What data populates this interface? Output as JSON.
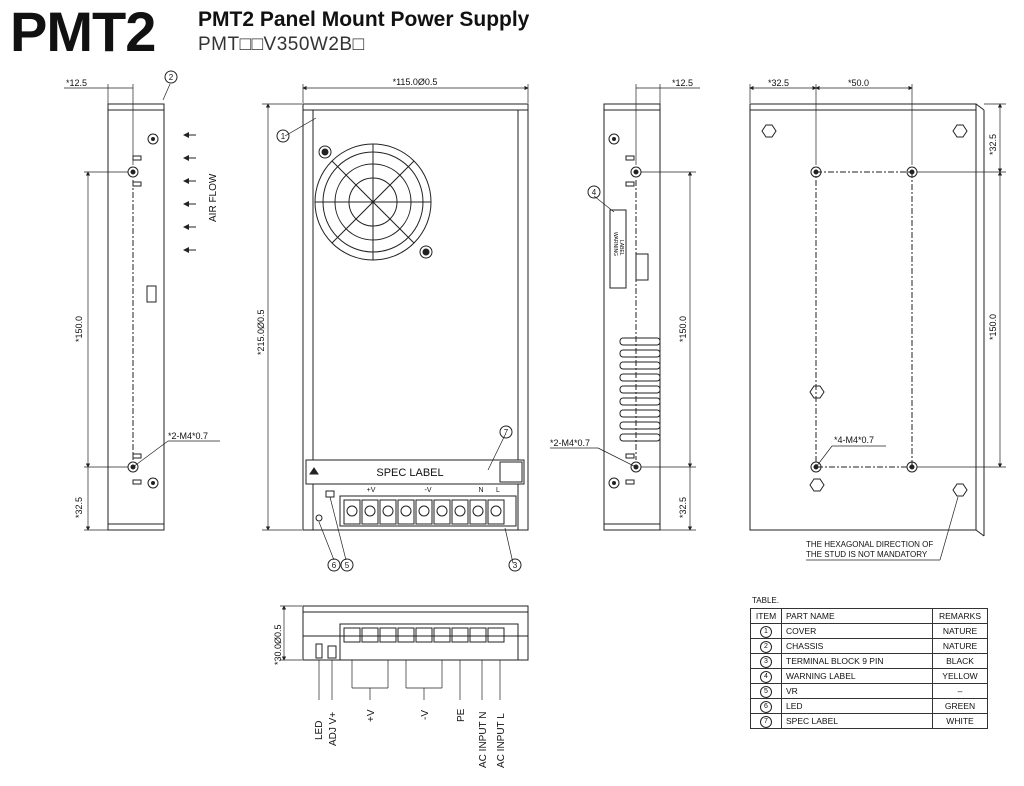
{
  "header": {
    "model": "PMT2",
    "title": "PMT2 Panel Mount Power Supply",
    "part_number": "PMT□□V350W2B□"
  },
  "dims": {
    "d12_5": "*12.5",
    "d115": "*115.0Ø0.5",
    "d32_5": "*32.5",
    "d50": "*50.0",
    "d150": "*150.0",
    "d215": "*215.0Ø0.5",
    "d30": "*30.0Ø0.5",
    "m4_2": "*2-M4*0.7",
    "m4_4": "*4-M4*0.7"
  },
  "labels": {
    "air_flow": "AIR FLOW",
    "spec_label": "SPEC LABEL",
    "warning": "WARNING",
    "label_small": "LABEL",
    "hex_note_1": "THE HEXAGONAL DIRECTION OF",
    "hex_note_2": "THE STUD IS NOT MANDATORY"
  },
  "callouts": {
    "c1": "1",
    "c2": "2",
    "c3": "3",
    "c4": "4",
    "c5": "5",
    "c6": "6",
    "c7": "7"
  },
  "terminal_labels": {
    "led": "LED",
    "adj": "ADJ V+",
    "vplus": "+V",
    "vminus": "-V",
    "pe": "PE",
    "acn": "AC INPUT N",
    "acl": "AC INPUT L"
  },
  "terminal_marks": {
    "plus_v": "+V",
    "minus_v": "-V",
    "n": "N",
    "l": "L"
  },
  "table": {
    "caption": "TABLE.",
    "headers": [
      "ITEM",
      "PART NAME",
      "REMARKS"
    ],
    "rows": [
      {
        "item": "1",
        "part": "COVER",
        "remark": "NATURE"
      },
      {
        "item": "2",
        "part": "CHASSIS",
        "remark": "NATURE"
      },
      {
        "item": "3",
        "part": "TERMINAL BLOCK 9 PIN",
        "remark": "BLACK"
      },
      {
        "item": "4",
        "part": "WARNING LABEL",
        "remark": "YELLOW"
      },
      {
        "item": "5",
        "part": "VR",
        "remark": "–"
      },
      {
        "item": "6",
        "part": "LED",
        "remark": "GREEN"
      },
      {
        "item": "7",
        "part": "SPEC LABEL",
        "remark": "WHITE"
      }
    ]
  }
}
